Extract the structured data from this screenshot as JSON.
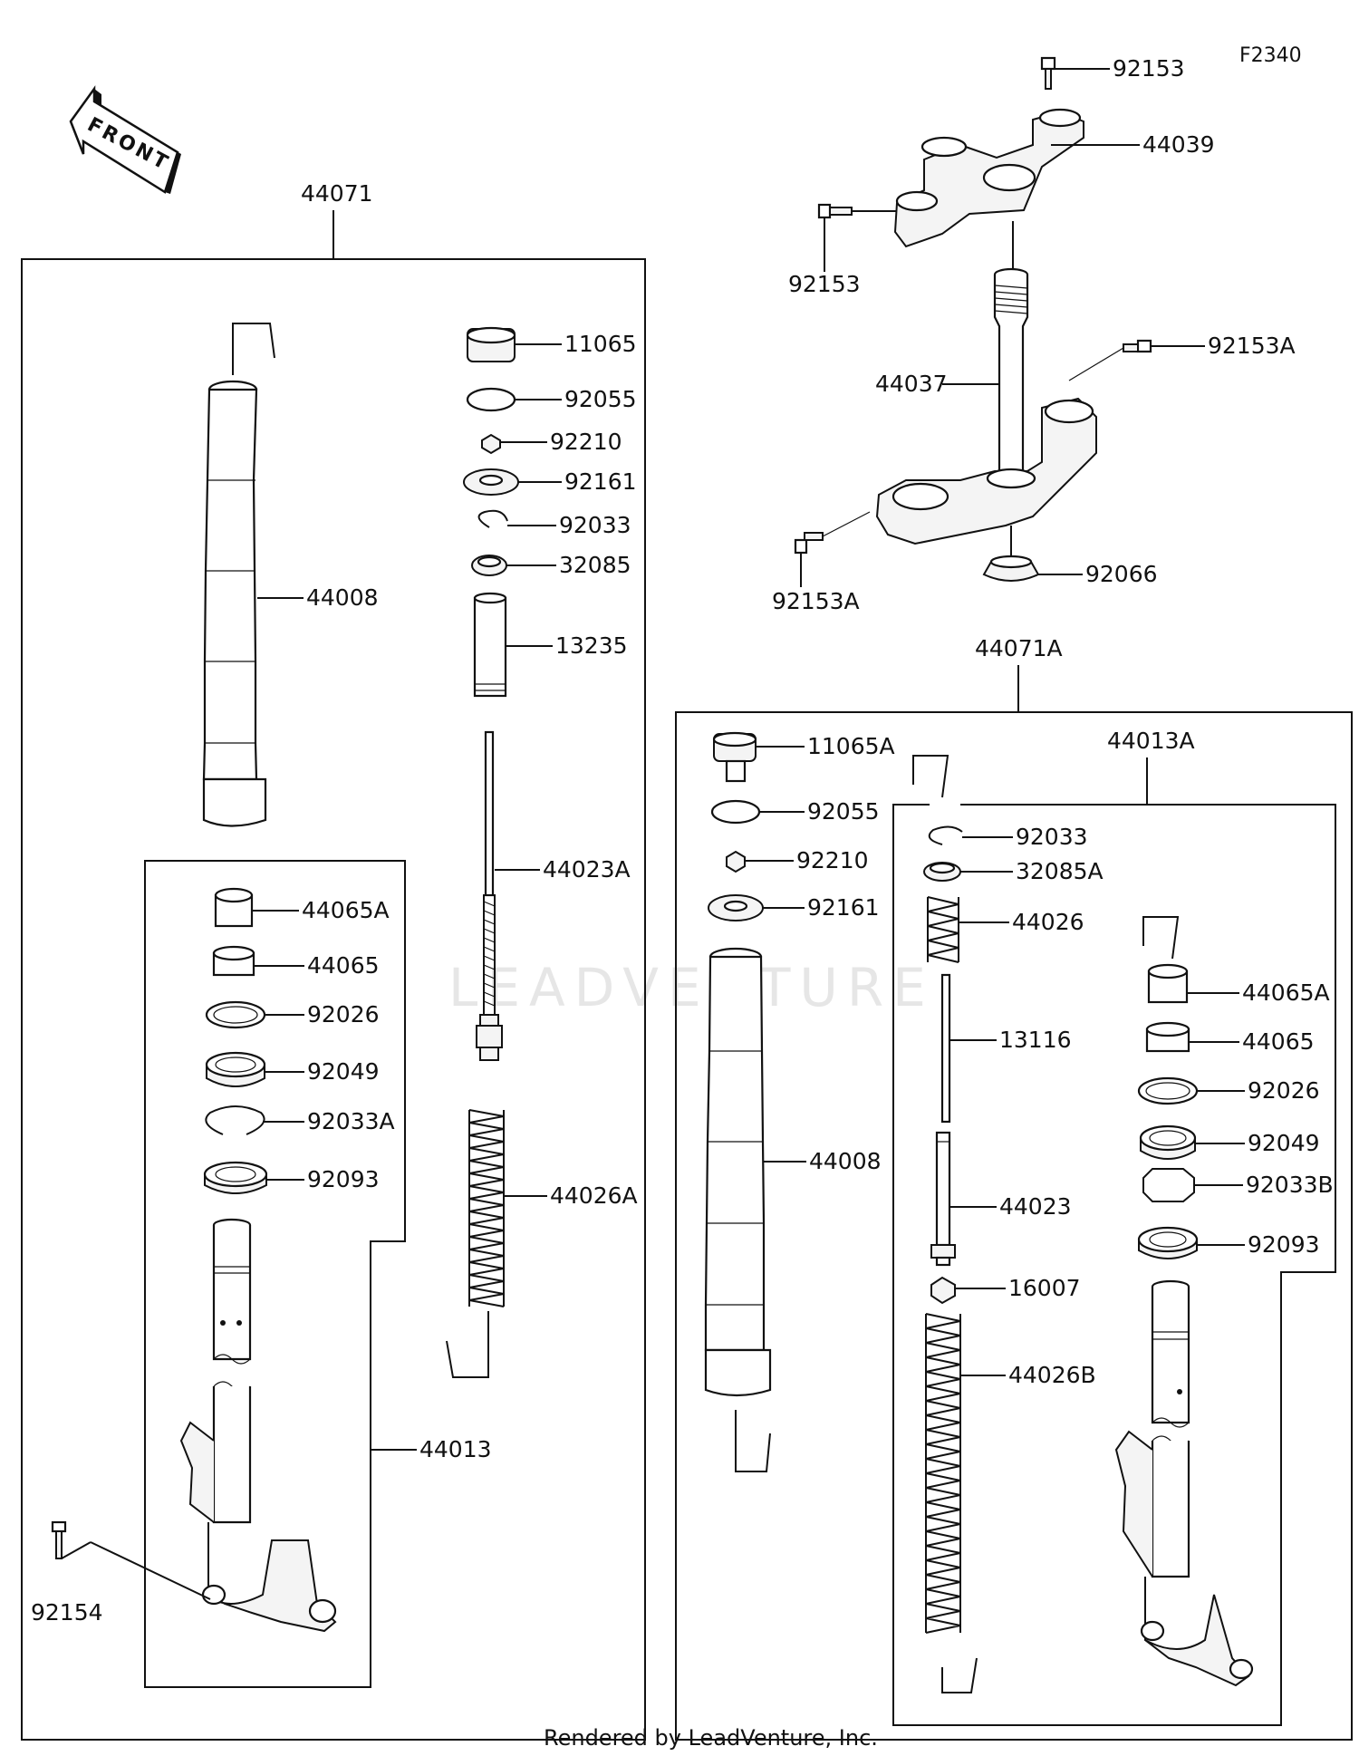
{
  "diagram": {
    "code": "F2340",
    "front_label": "FRONT",
    "footer": "Rendered by LeadVenture, Inc.",
    "watermark": "LEADVENTURE"
  },
  "labels": {
    "l44071": "44071",
    "l44071A": "44071A",
    "l44013": "44013",
    "l44013A": "44013A",
    "l92153_top": "92153",
    "l92153_left": "92153",
    "l44039": "44039",
    "l44037": "44037",
    "l92153A_right": "92153A",
    "l92153A_left": "92153A",
    "l92066": "92066",
    "l11065": "11065",
    "l92055_l": "92055",
    "l92210_l": "92210",
    "l92161_l": "92161",
    "l92033_l": "92033",
    "l32085_l": "32085",
    "l13235": "13235",
    "l44008_l": "44008",
    "l44023A": "44023A",
    "l44026A": "44026A",
    "l44065A_l": "44065A",
    "l44065_l": "44065",
    "l92026_l": "92026",
    "l92049_l": "92049",
    "l92033A": "92033A",
    "l92093_l": "92093",
    "l92154": "92154",
    "l11065A": "11065A",
    "l92055_r": "92055",
    "l92210_r": "92210",
    "l92161_r": "92161",
    "l44008_r": "44008",
    "l92033_r": "92033",
    "l32085A": "32085A",
    "l44026": "44026",
    "l13116": "13116",
    "l44023": "44023",
    "l16007": "16007",
    "l44026B": "44026B",
    "l44065A_r": "44065A",
    "l44065_r": "44065",
    "l92026_r": "92026",
    "l92049_r": "92049",
    "l92033B": "92033B",
    "l92093_r": "92093"
  }
}
